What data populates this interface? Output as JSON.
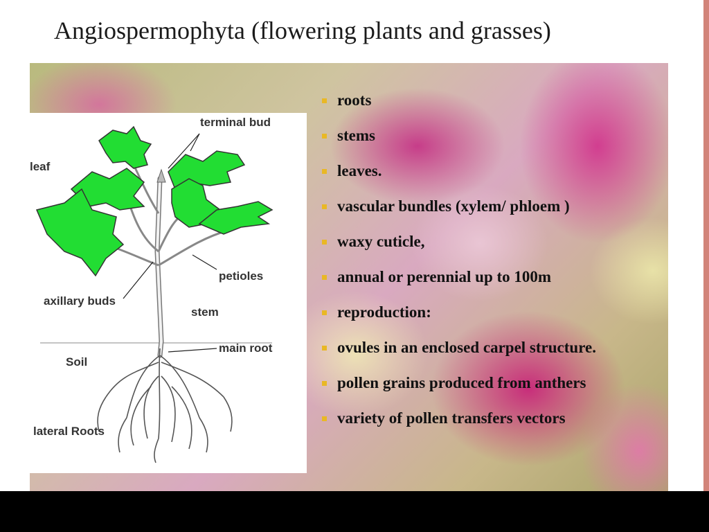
{
  "slide": {
    "title": "Angiospermophyta (flowering plants and grasses)"
  },
  "diagram": {
    "labels": {
      "leaf": "leaf",
      "terminal_bud": "terminal bud",
      "petioles": "petioles",
      "axillary_buds": "axillary buds",
      "stem": "stem",
      "main_root": "main root",
      "soil": "Soil",
      "lateral_roots": "lateral Roots"
    }
  },
  "bullets": [
    "roots",
    "stems",
    "leaves.",
    "vascular bundles (xylem/ phloem )",
    "waxy cuticle,",
    "annual or perennial up to 100m",
    "reproduction:",
    "ovules in an enclosed carpel structure.",
    "pollen grains produced from anthers",
    "variety of pollen transfers vectors"
  ],
  "colors": {
    "bullet_marker": "#e9b825",
    "leaf_green": "#22dd33",
    "accent_strip": "#d2847a",
    "bottom_bar": "#000000"
  }
}
